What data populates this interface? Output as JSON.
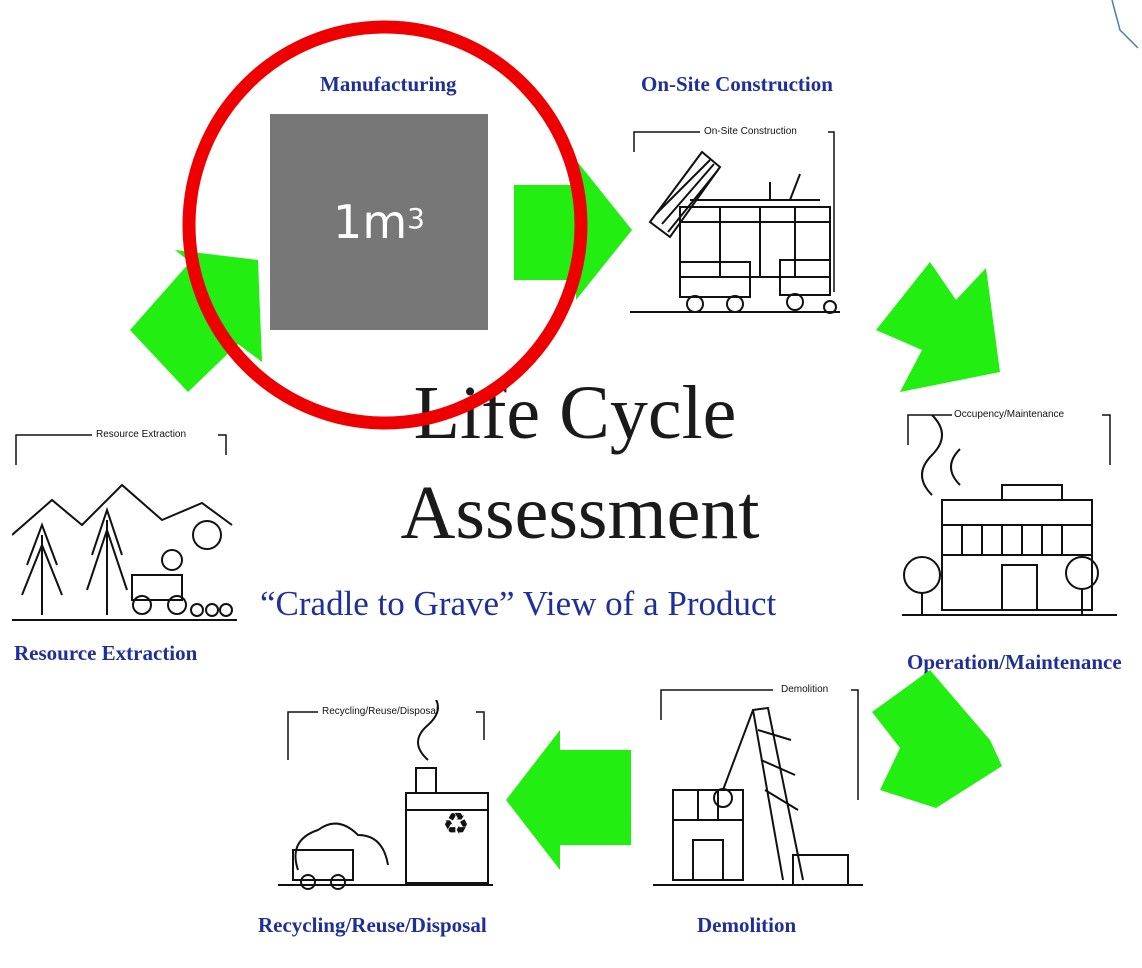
{
  "diagram": {
    "title_line1": "Life Cycle",
    "title_line2": "Assessment",
    "subtitle": "“Cradle to Grave” View of a Product",
    "highlight": {
      "text": "1m",
      "exponent": "3",
      "circle_color": "#ee0000"
    },
    "arrow_color": "#22ee11",
    "stages": [
      {
        "label": "Manufacturing"
      },
      {
        "label": "On-Site Construction",
        "frame_label": "On-Site Construction"
      },
      {
        "label": "Operation/Maintenance",
        "frame_label": "Occupency/Maintenance"
      },
      {
        "label": "Demolition",
        "frame_label": "Demolition"
      },
      {
        "label": "Recycling/Reuse/Disposal",
        "frame_label": "Recycling/Reuse/Disposal"
      },
      {
        "label": "Resource Extraction",
        "frame_label": "Resource Extraction"
      }
    ]
  }
}
